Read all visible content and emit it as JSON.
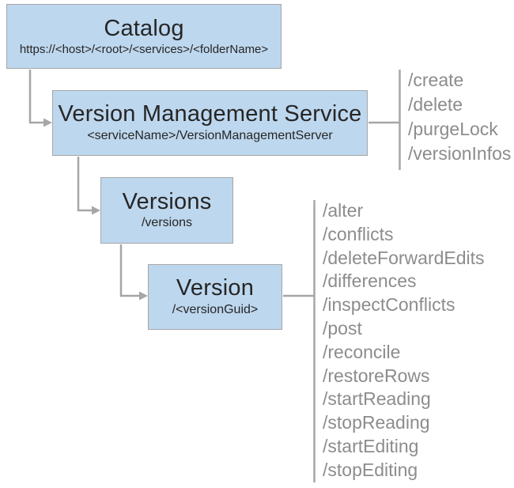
{
  "colors": {
    "node_fill": "#BDD7EE",
    "node_border": "#A6A6A6",
    "connector": "#A6A6A6",
    "operation_text": "#8C8C8C",
    "node_text": "#262626",
    "background": "#FFFFFF"
  },
  "nodes": {
    "catalog": {
      "title": "Catalog",
      "subtitle": "https://<host>/<root>/<services>/<folderName>"
    },
    "version_management_service": {
      "title": "Version Management Service",
      "subtitle": "<serviceName>/VersionManagementServer"
    },
    "versions": {
      "title": "Versions",
      "subtitle": "/versions"
    },
    "version": {
      "title": "Version",
      "subtitle": "/<versionGuid>"
    }
  },
  "operations": {
    "version_management_service": [
      "/create",
      "/delete",
      "/purgeLock",
      "/versionInfos"
    ],
    "version": [
      "/alter",
      "/conflicts",
      "/deleteForwardEdits",
      "/differences",
      "/inspectConflicts",
      "/post",
      "/reconcile",
      "/restoreRows",
      "/startReading",
      "/stopReading",
      "/startEditing",
      "/stopEditing"
    ]
  }
}
